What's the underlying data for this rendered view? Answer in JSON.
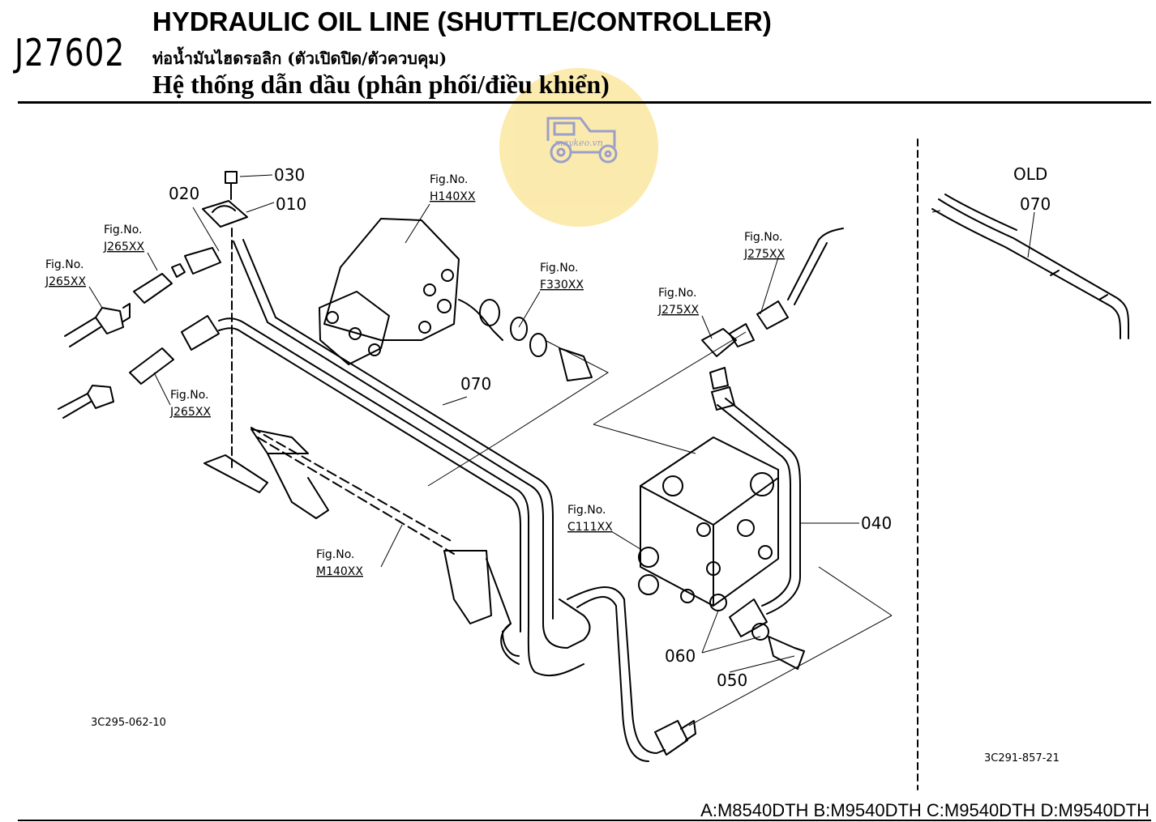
{
  "header": {
    "code": "J27602",
    "title_en": "HYDRAULIC OIL LINE (SHUTTLE/CONTROLLER)",
    "title_th": "ท่อน้ำมันไฮดรอลิก (ตัวเปิดปิด/ตัวควบคุม)",
    "title_vi": "Hệ thống dẫn dầu (phân phối/điều khiển)"
  },
  "watermark": {
    "text": "maykeo.vn",
    "icon": "tractor-icon",
    "color": "#fbe7a0"
  },
  "part_labels": {
    "p030": "030",
    "p010": "010",
    "p020": "020",
    "p070": "070",
    "p040": "040",
    "p060": "060",
    "p050": "050",
    "old": "OLD",
    "old_070": "070"
  },
  "fig_refs": {
    "fig_no": "Fig.No.",
    "j265_a": "J265XX",
    "j265_b": "J265XX",
    "j265_c": "J265XX",
    "h140": "H140XX",
    "f330": "F330XX",
    "j275_a": "J275XX",
    "j275_b": "J275XX",
    "c111": "C111XX",
    "m140": "M140XX"
  },
  "drawing_refs": {
    "left": "3C295-062-10",
    "right": "3C291-857-21"
  },
  "footer": {
    "models": "A:M8540DTH B:M9540DTH C:M9540DTH D:M9540DTH"
  }
}
